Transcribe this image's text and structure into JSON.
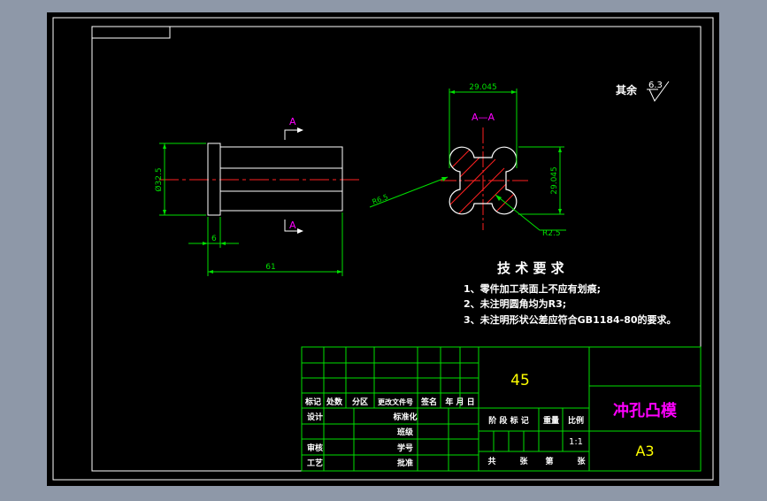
{
  "colors": {
    "window_bg": "#8e98a8",
    "sheet": "#000000",
    "border": "#ffffff",
    "part": "#ffffff",
    "dimension": "#00e000",
    "section_mark": "#ff00ff",
    "centerline": "#ff2020",
    "hatch": "#ff2020",
    "text": "#ffffff",
    "title_block_line": "#00e000",
    "title_block_text": "#ffff00"
  },
  "drawing": {
    "roughness": {
      "label": "其余",
      "value": "6.3"
    },
    "section_marks": {
      "cut_top": "A",
      "cut_bottom": "A",
      "view_label": "A—A"
    },
    "dimensions": {
      "diameter": "Ø32.5",
      "flange_thickness": "6",
      "overall_length": "61",
      "width_top": "29.045",
      "height_right": "29.045",
      "lobe_radius": "R2.5",
      "lobe_leader": "R6.5"
    }
  },
  "tech_requirements": {
    "title": "技 术 要 求",
    "items": [
      "1、零件加工表面上不应有划痕;",
      "2、未注明圆角均为R3;",
      "3、未注明形状公差应符合GB1184-80的要求。"
    ]
  },
  "title_block": {
    "material": "45",
    "part_name": "冲孔凸模",
    "sheet_size": "A3",
    "scale": "1:1",
    "revision_headers": [
      "标记",
      "处数",
      "分区",
      "更改文件号",
      "签名",
      "年 月 日"
    ],
    "signature_rows": [
      {
        "left": "设计",
        "mid": "标准化"
      },
      {
        "left": "",
        "mid": "班级"
      },
      {
        "left": "审核",
        "mid": "学号"
      },
      {
        "left": "工艺",
        "mid": "批准"
      }
    ],
    "stage_headers": [
      "阶 段 标 记",
      "重量",
      "比例"
    ],
    "sheets_footer": {
      "total": "共",
      "unit1": "张",
      "current": "第",
      "unit2": "张"
    }
  }
}
